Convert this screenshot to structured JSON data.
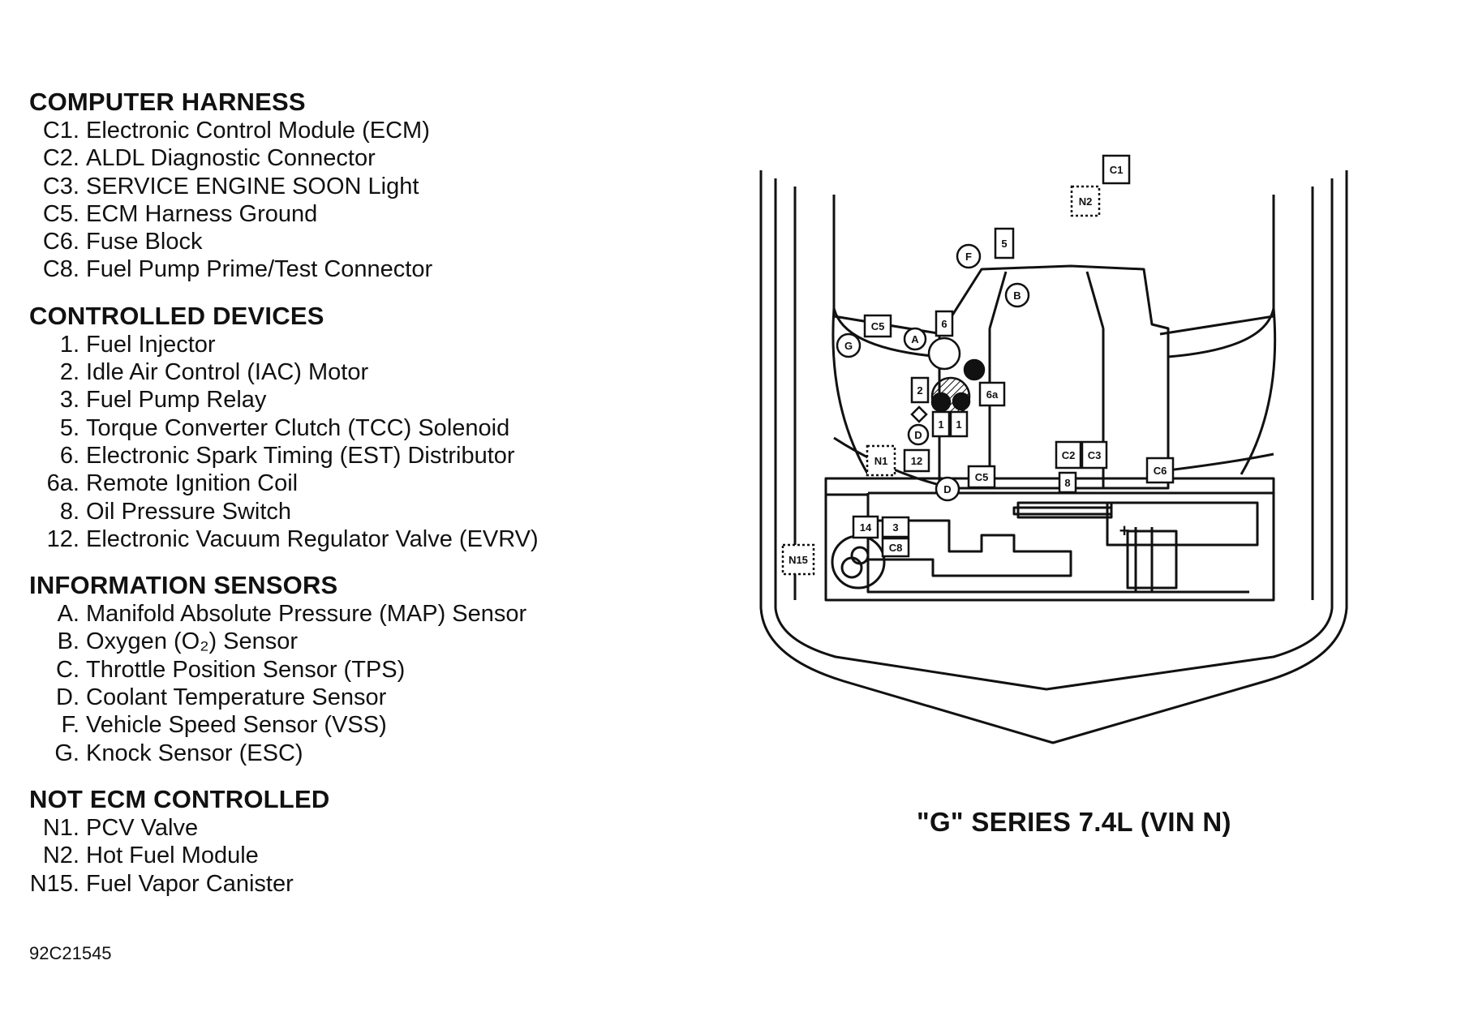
{
  "legend": {
    "sections": [
      {
        "title": "COMPUTER HARNESS",
        "items": [
          {
            "code": "C1.",
            "text": "Electronic Control Module (ECM)"
          },
          {
            "code": "C2.",
            "text": "ALDL Diagnostic Connector"
          },
          {
            "code": "C3.",
            "text": "SERVICE ENGINE SOON Light"
          },
          {
            "code": "C5.",
            "text": "ECM Harness Ground"
          },
          {
            "code": "C6.",
            "text": "Fuse Block"
          },
          {
            "code": "C8.",
            "text": "Fuel Pump Prime/Test Connector"
          }
        ]
      },
      {
        "title": "CONTROLLED DEVICES",
        "items": [
          {
            "code": "1.",
            "text": "Fuel Injector"
          },
          {
            "code": "2.",
            "text": "Idle Air Control (IAC) Motor"
          },
          {
            "code": "3.",
            "text": "Fuel Pump Relay"
          },
          {
            "code": "5.",
            "text": "Torque Converter Clutch (TCC) Solenoid"
          },
          {
            "code": "6.",
            "text": "Electronic Spark Timing (EST) Distributor"
          },
          {
            "code": "6a.",
            "text": "Remote Ignition Coil"
          },
          {
            "code": "8.",
            "text": "Oil Pressure Switch"
          },
          {
            "code": "12.",
            "text": "Electronic Vacuum Regulator Valve (EVRV)"
          }
        ]
      },
      {
        "title": "INFORMATION SENSORS",
        "items": [
          {
            "code": "A.",
            "text": "Manifold Absolute Pressure (MAP) Sensor"
          },
          {
            "code": "B.",
            "text": "Oxygen (O₂) Sensor"
          },
          {
            "code": "C.",
            "text": "Throttle Position Sensor (TPS)"
          },
          {
            "code": "D.",
            "text": "Coolant Temperature Sensor"
          },
          {
            "code": "F.",
            "text": "Vehicle Speed Sensor (VSS)"
          },
          {
            "code": "G.",
            "text": "Knock Sensor (ESC)"
          }
        ]
      },
      {
        "title": "NOT ECM CONTROLLED",
        "items": [
          {
            "code": "N1.",
            "text": "PCV Valve"
          },
          {
            "code": "N2.",
            "text": "Hot Fuel Module"
          },
          {
            "code": "N15.",
            "text": "Fuel Vapor Canister"
          }
        ]
      }
    ]
  },
  "figure_id": "92C21545",
  "caption": "\"G\" SERIES 7.4L (VIN N)",
  "diagram": {
    "labels": {
      "c1": "C1",
      "n2": "N2",
      "five": "5",
      "f": "F",
      "b": "B",
      "c5_top": "C5",
      "g": "G",
      "a": "A",
      "six": "6",
      "six_a": "6a",
      "two": "2",
      "one_left": "1",
      "one_right": "1",
      "d_upper": "D",
      "n1": "N1",
      "twelve": "12",
      "c5_bottom": "C5",
      "d_lower": "D",
      "c2": "C2",
      "c3": "C3",
      "c6": "C6",
      "eight": "8",
      "fourteen": "14",
      "three": "3",
      "c8": "C8",
      "n15": "N15",
      "plus": "+",
      "minus": "−"
    }
  }
}
